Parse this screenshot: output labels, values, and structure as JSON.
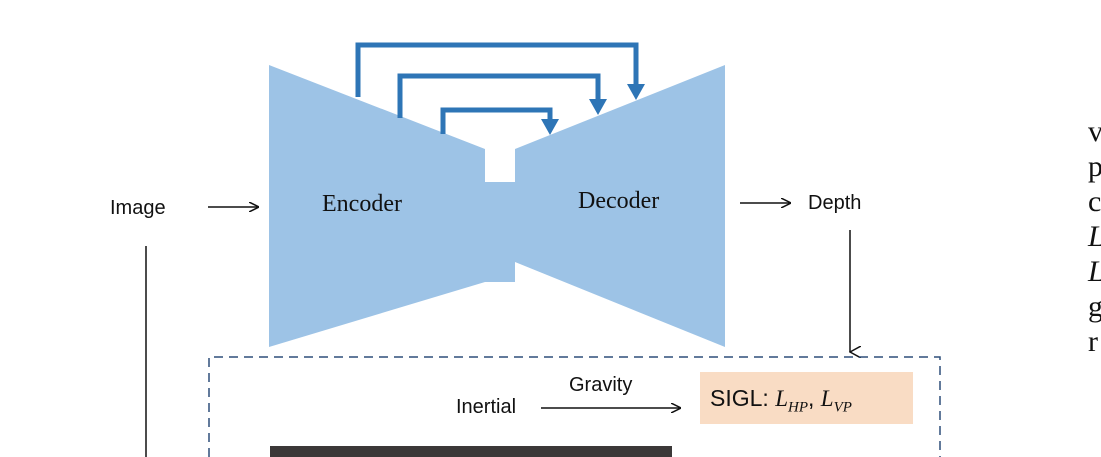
{
  "labels": {
    "image": "Image",
    "encoder": "Encoder",
    "decoder": "Decoder",
    "depth": "Depth",
    "inertial": "Inertial",
    "gravity": "Gravity"
  },
  "sigl": {
    "prefix": "SIGL:",
    "term1_base": "L",
    "term1_sub": "HP",
    "separator": ",",
    "term2_base": "L",
    "term2_sub": "VP"
  },
  "cropped_text": [
    "v",
    "p",
    "c",
    "L",
    "L",
    "g",
    "r"
  ],
  "colors": {
    "net": "#9dc3e6",
    "skip": "#2e75b6",
    "sigl_fill": "#f9dcc4",
    "bar": "#3b3838",
    "dash": "#2f4f7a"
  }
}
